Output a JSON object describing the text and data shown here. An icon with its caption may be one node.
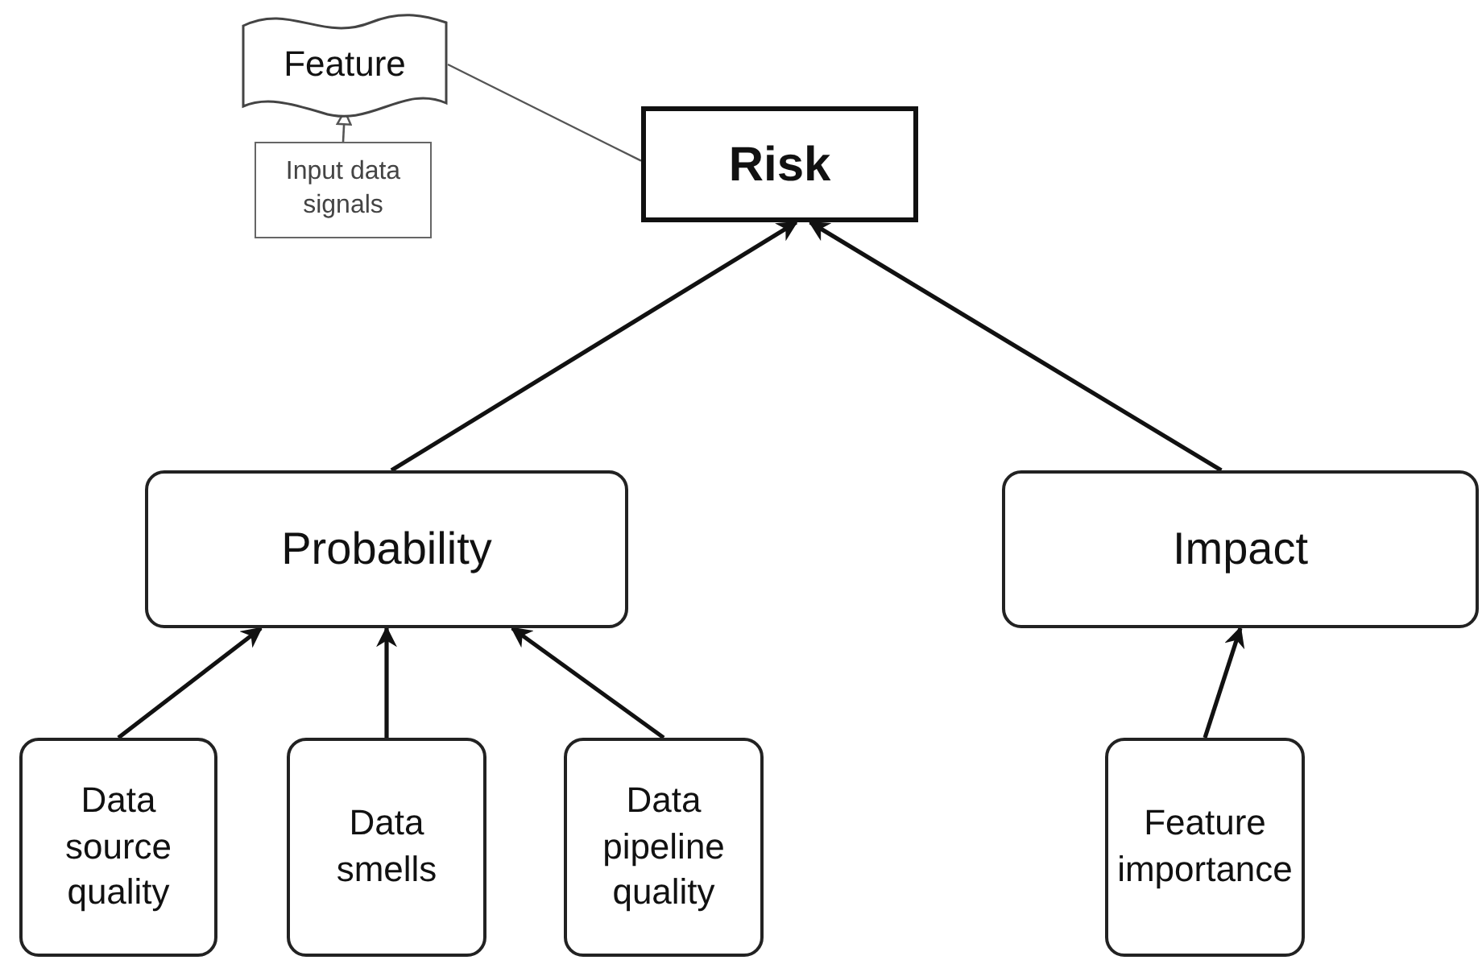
{
  "diagram": {
    "nodes": [
      {
        "text": [
          "Feature"
        ]
      },
      {
        "text": [
          "Input data signals"
        ]
      },
      {
        "text": [
          "Risk"
        ]
      },
      {
        "text": [
          "Probability"
        ]
      },
      {
        "text": [
          "Impact"
        ]
      },
      {
        "text": [
          "Data source quality"
        ]
      },
      {
        "text": [
          "Data smells"
        ]
      },
      {
        "text": [
          "Data pipeline quality"
        ]
      },
      {
        "text": [
          "Feature importance"
        ]
      }
    ],
    "edges": [
      {
        "from": 1,
        "to": 0,
        "arrow": "to"
      },
      {
        "from": 0,
        "to": 2,
        "arrow": "none"
      },
      {
        "from": 3,
        "to": 2,
        "arrow": "to"
      },
      {
        "from": 4,
        "to": 2,
        "arrow": "to"
      },
      {
        "from": 5,
        "to": 3,
        "arrow": "to"
      },
      {
        "from": 6,
        "to": 3,
        "arrow": "to"
      },
      {
        "from": 7,
        "to": 3,
        "arrow": "to"
      },
      {
        "from": 8,
        "to": 4,
        "arrow": "to"
      }
    ]
  }
}
